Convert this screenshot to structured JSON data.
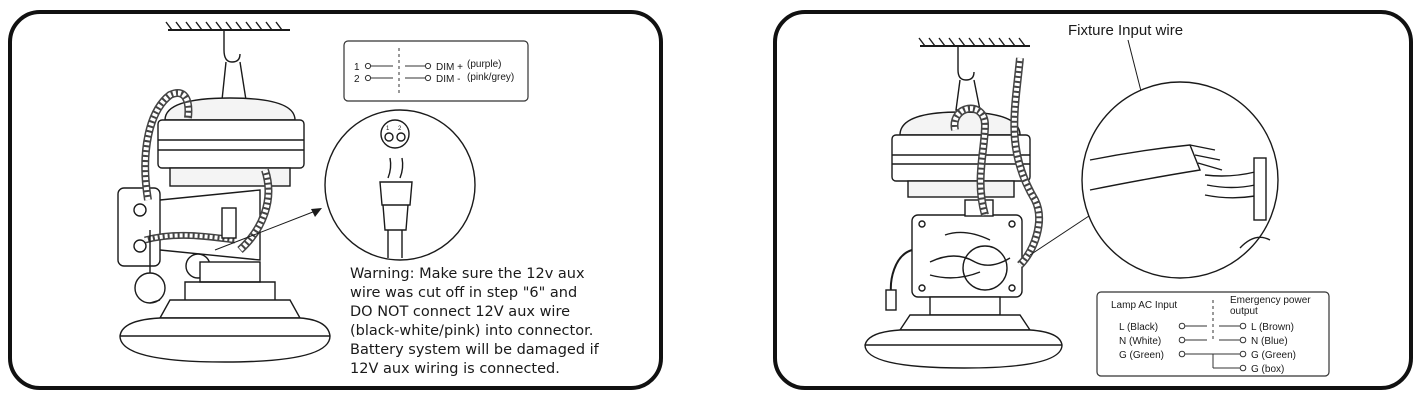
{
  "left_panel": {
    "dim_legend": {
      "rows": [
        {
          "number": "1",
          "label": "DIM +",
          "color_note": "(purple)"
        },
        {
          "number": "2",
          "label": "DIM -",
          "color_note": "(pink/grey)"
        }
      ]
    },
    "connector_numbers": [
      "1",
      "2"
    ],
    "warning_lines": [
      "Warning: Make sure the 12v aux",
      "wire was cut off in step \"6\" and",
      "DO NOT connect  12V aux wire",
      "(black-white/pink) into connector.",
      "Battery system will be damaged if",
      "12V aux wiring is connected."
    ]
  },
  "right_panel": {
    "callout_label": "Fixture Input wire",
    "wiring_legend": {
      "left_header": "Lamp AC Input",
      "right_header_line1": "Emergency power",
      "right_header_line2": "output",
      "inputs": [
        "L (Black)",
        "N (White)",
        "G (Green)"
      ],
      "outputs": [
        "L (Brown)",
        "N (Blue)",
        "G (Green)",
        "G (box)"
      ]
    }
  }
}
